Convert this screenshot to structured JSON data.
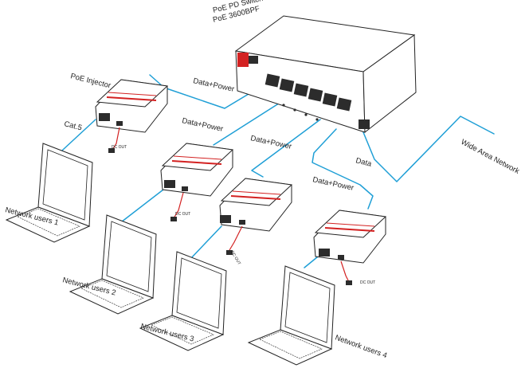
{
  "switch": {
    "title": "PoE PD Switch",
    "model": "PoE 3600BPF"
  },
  "injector": {
    "label": "PoE Injector",
    "dc_out": "DC OUT"
  },
  "links": {
    "data_power": "Data+Power",
    "data": "Data",
    "cat5": "Cat.5",
    "wan": "Wide Area Network"
  },
  "users": [
    "Network users 1",
    "Network users 2",
    "Network users 3",
    "Network users 4"
  ],
  "colors": {
    "cable": "#1f9fd6",
    "accent": "#d32222",
    "line": "#222222"
  }
}
